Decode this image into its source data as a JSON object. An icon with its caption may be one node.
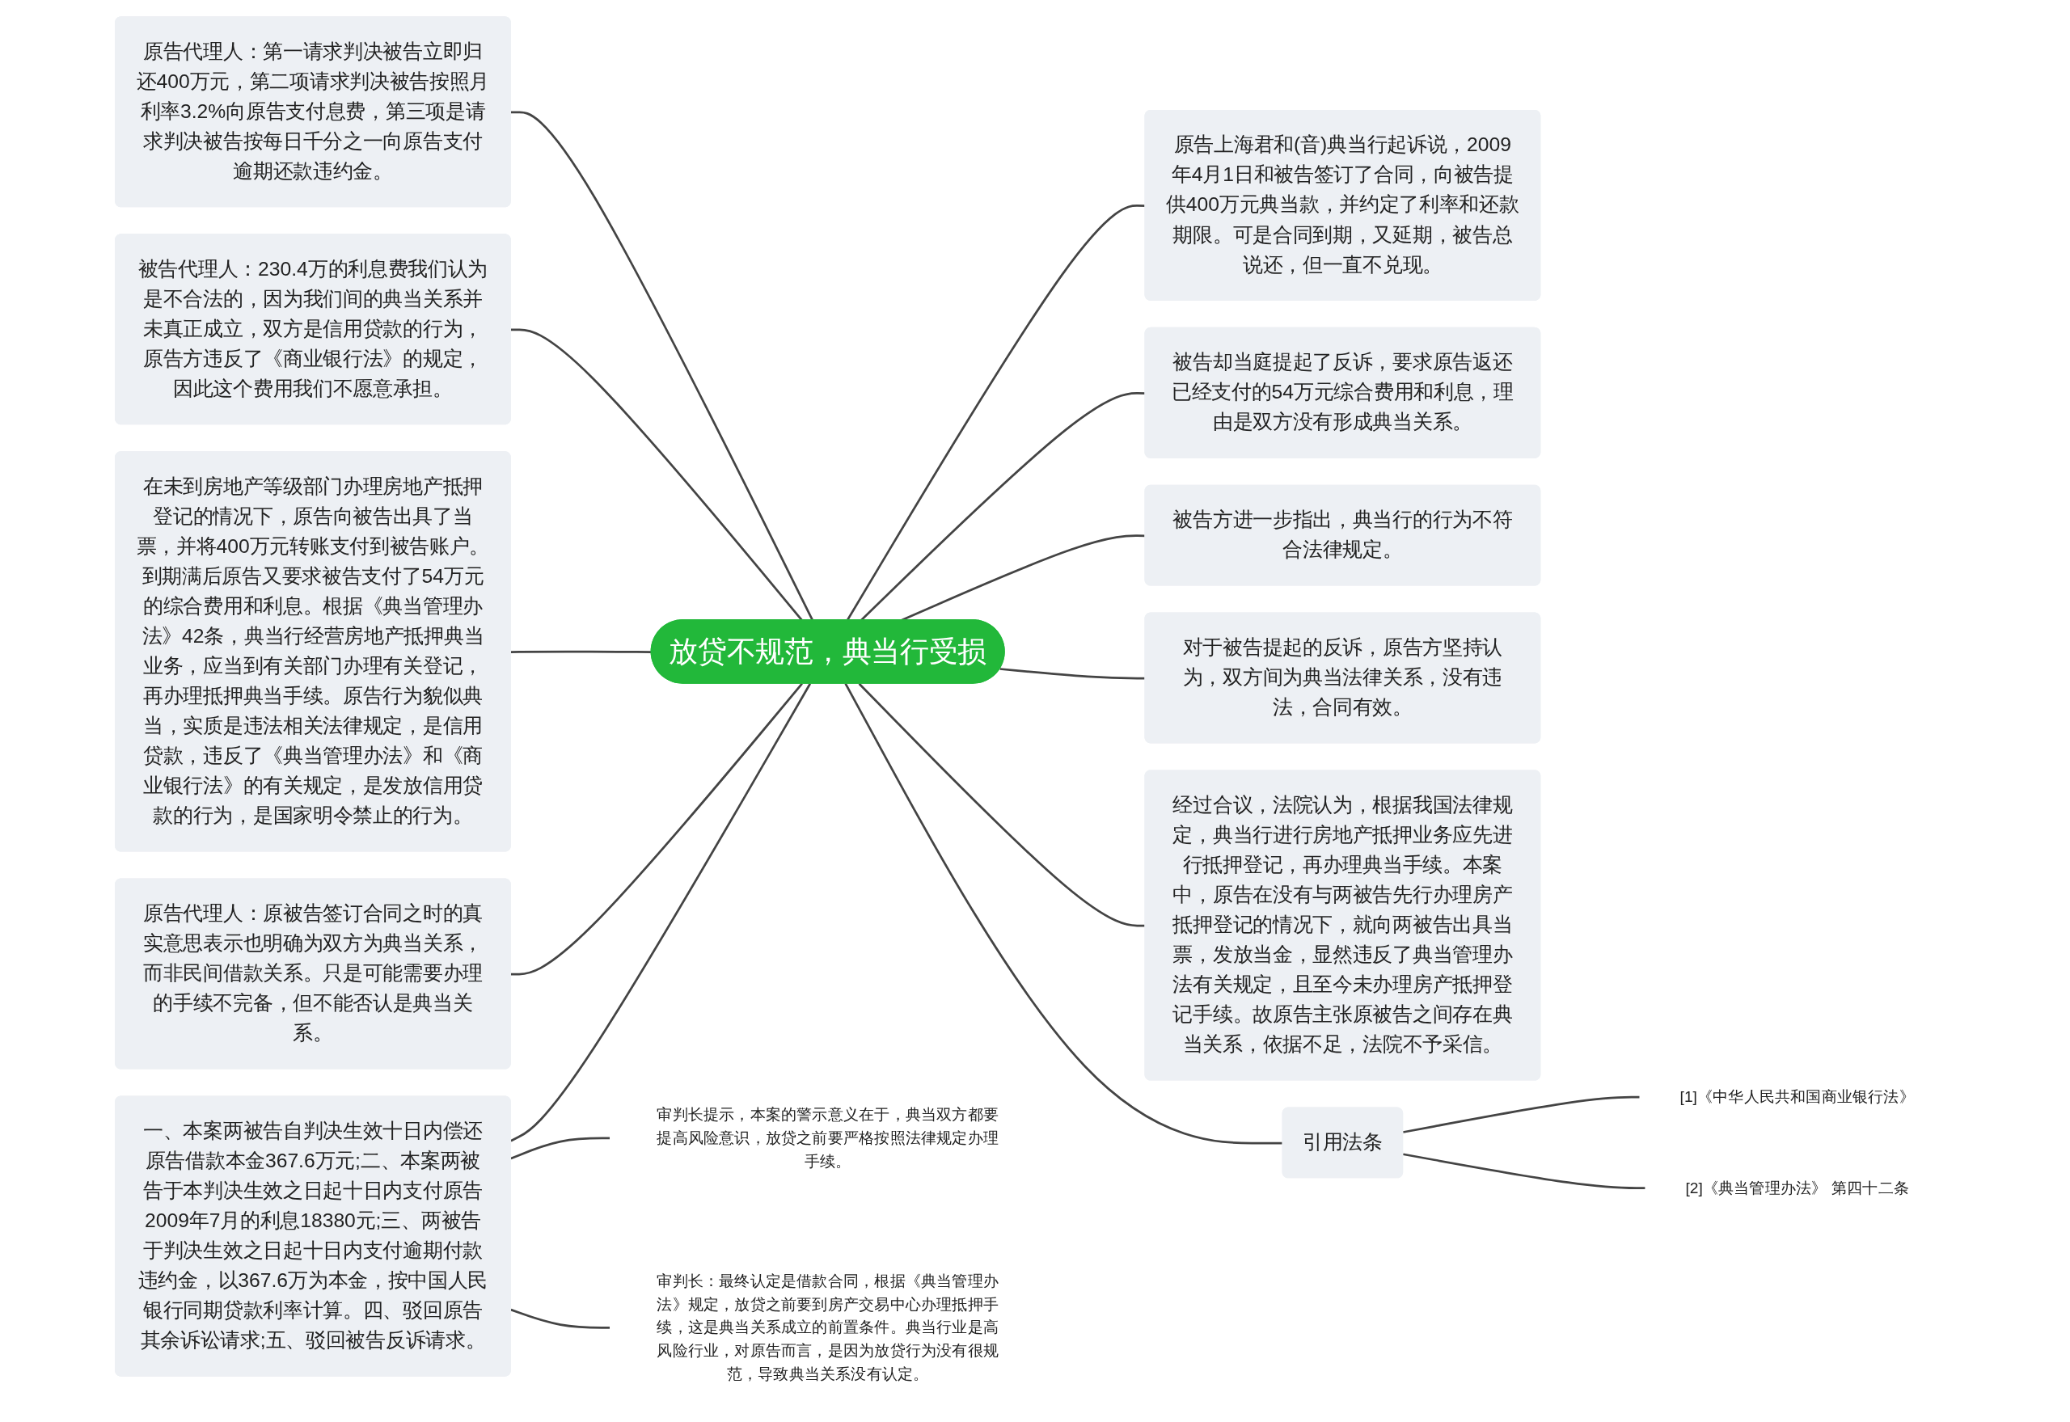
{
  "diagram": {
    "nodes": [
      {
        "text": [
          "放贷不规范，典当行受损"
        ]
      },
      {
        "text": [
          "原告代理人：第一请求判决被告立即归还400万元，第二项请求判决被告按照月利率3.2%向原告支付息费，第三项是请求判决被告按每日千分之一向原告支付逾期还款违约金。"
        ]
      },
      {
        "text": [
          "被告代理人：230.4万的利息费我们认为是不合法的，因为我们间的典当关系并未真正成立，双方是信用贷款的行为，原告方违反了《商业银行法》的规定，因此这个费用我们不愿意承担。"
        ]
      },
      {
        "text": [
          "在未到房地产等级部门办理房地产抵押登记的情况下，原告向被告出具了当票，并将400万元转账支付到被告账户。到期满后原告又要求被告支付了54万元的综合费用和利息。根据《典当管理办法》42条，典当行经营房地产抵押典当业务，应当到有关部门办理有关登记，再办理抵押典当手续。原告行为貌似典当，实质是违法相关法律规定，是信用贷款，违反了《典当管理办法》和《商业银行法》的有关规定，是发放信用贷款的行为，是国家明令禁止的行为。"
        ]
      },
      {
        "text": [
          "原告代理人：原被告签订合同之时的真实意思表示也明确为双方为典当关系，而非民间借款关系。只是可能需要办理的手续不完备，但不能否认是典当关系。"
        ]
      },
      {
        "text": [
          "一、本案两被告自判决生效十日内偿还原告借款本金367.6万元;二、本案两被告于本判决生效之日起十日内支付原告2009年7月的利息18380元;三、两被告于判决生效之日起十日内支付逾期付款违约金，以367.6万为本金，按中国人民银行同期贷款利率计算。四、驳回原告其余诉讼请求;五、驳回被告反诉请求。"
        ]
      },
      {
        "text": [
          "审判长提示，本案的警示意义在于，典当双方都要提高风险意识，放贷之前要严格按照法律规定办理手续。"
        ]
      },
      {
        "text": [
          "审判长：最终认定是借款合同，根据《典当管理办法》规定，放贷之前要到房产交易中心办理抵押手续，这是典当关系成立的前置条件。典当行业是高风险行业，对原告而言，是因为放贷行为没有很规范，导致典当关系没有认定。"
        ]
      },
      {
        "text": [
          "原告上海君和(音)典当行起诉说，2009年4月1日和被告签订了合同，向被告提供400万元典当款，并约定了利率和还款期限。可是合同到期，又延期，被告总说还，但一直不兑现。"
        ]
      },
      {
        "text": [
          "被告却当庭提起了反诉，要求原告返还已经支付的54万元综合费用和利息，理由是双方没有形成典当关系。"
        ]
      },
      {
        "text": [
          "被告方进一步指出，典当行的行为不符合法律规定。"
        ]
      },
      {
        "text": [
          "对于被告提起的反诉，原告方坚持认为，双方间为典当法律关系，没有违法，合同有效。"
        ]
      },
      {
        "text": [
          "经过合议，法院认为，根据我国法律规定，典当行进行房地产抵押业务应先进行抵押登记，再办理典当手续。本案中，原告在没有与两被告先行办理房产抵押登记的情况下，就向两被告出具当票，发放当金，显然违反了典当管理办法有关规定，且至今未办理房产抵押登记手续。故原告主张原被告之间存在典当关系，依据不足，法院不予采信。"
        ]
      },
      {
        "text": [
          "引用法条"
        ]
      },
      {
        "text": [
          "[1]《中华人民共和国商业银行法》"
        ]
      },
      {
        "text": [
          "[2]《典当管理办法》 第四十二条"
        ]
      }
    ],
    "edges": [
      {
        "from": 0,
        "to": 1,
        "arrow": "none"
      },
      {
        "from": 0,
        "to": 2,
        "arrow": "none"
      },
      {
        "from": 0,
        "to": 3,
        "arrow": "none"
      },
      {
        "from": 0,
        "to": 4,
        "arrow": "none"
      },
      {
        "from": 0,
        "to": 5,
        "arrow": "none"
      },
      {
        "from": 5,
        "to": 6,
        "arrow": "none"
      },
      {
        "from": 5,
        "to": 7,
        "arrow": "none"
      },
      {
        "from": 0,
        "to": 8,
        "arrow": "none"
      },
      {
        "from": 0,
        "to": 9,
        "arrow": "none"
      },
      {
        "from": 0,
        "to": 10,
        "arrow": "none"
      },
      {
        "from": 0,
        "to": 11,
        "arrow": "none"
      },
      {
        "from": 0,
        "to": 12,
        "arrow": "none"
      },
      {
        "from": 0,
        "to": 13,
        "arrow": "none"
      },
      {
        "from": 13,
        "to": 14,
        "arrow": "none"
      },
      {
        "from": 13,
        "to": 15,
        "arrow": "none"
      }
    ]
  }
}
